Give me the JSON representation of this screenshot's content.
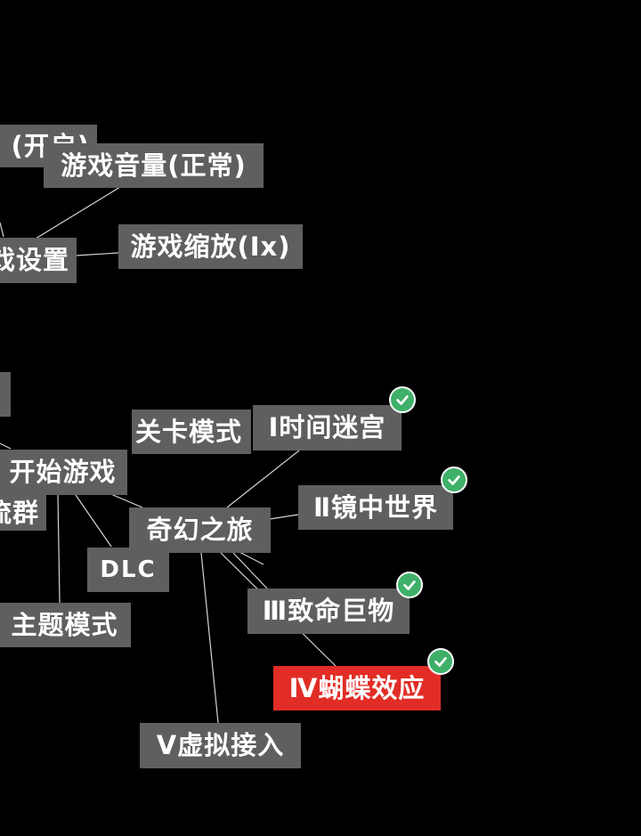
{
  "nodes": {
    "settings_toggle": "(开启)",
    "volume": "游戏音量(正常)",
    "game_settings": "戏设置",
    "zoom": "游戏缩放(Ix)",
    "level_mode": "关卡模式",
    "start_game": "开始游戏",
    "community": "流群",
    "fantasy_journey": "奇幻之旅",
    "dlc": "DLC",
    "theme_mode": "主题模式",
    "chapter_1": "Ⅰ时间迷宫",
    "chapter_2": "Ⅱ镜中世界",
    "chapter_3": "Ⅲ致命巨物",
    "chapter_4": "Ⅳ蝴蝶效应",
    "chapter_5": "Ⅴ虚拟接入"
  },
  "completed": {
    "chapter_1": true,
    "chapter_2": true,
    "chapter_3": true,
    "chapter_4": true,
    "chapter_5": false
  },
  "icons": {
    "check": "check-icon"
  },
  "colors": {
    "background": "#000000",
    "node": "#5f5f5f",
    "selected": "#e12d26",
    "check": "#3fb06a",
    "link": "#d4d4d4"
  }
}
